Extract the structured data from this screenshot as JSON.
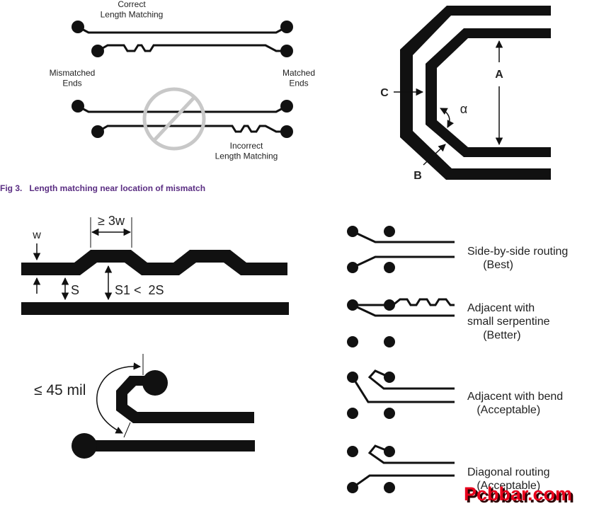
{
  "colors": {
    "ink": "#111111",
    "caption": "#5a2d82",
    "no_symbol": "#c8c8c8",
    "watermark_fill": "#e8001c",
    "watermark_shadow": "#2b0000"
  },
  "length_matching": {
    "correct": "Correct\nLength Matching",
    "mismatched_ends": "Mismatched\nEnds",
    "matched_ends": "Matched\nEnds",
    "incorrect": "Incorrect\nLength Matching",
    "no_symbol_icon": "prohibited-icon",
    "caption": "Fig 3.   Length matching near location of mismatch"
  },
  "bend": {
    "label_a": "A",
    "label_b": "B",
    "label_c": "C",
    "label_alpha": "α"
  },
  "serpentine": {
    "label_w": "w",
    "label_3w": "≥ 3w",
    "label_s": "S",
    "label_s1": "S1 <  2S"
  },
  "mitered": {
    "label_45mil": "≤ 45 mil"
  },
  "routing": {
    "side_by_side": "Side-by-side routing\n     (Best)",
    "small_serpentine": "Adjacent with\nsmall serpentine\n     (Better)",
    "with_bend": "Adjacent with bend\n   (Acceptable)",
    "diagonal": "Diagonal routing\n   (Acceptable)"
  },
  "watermark": {
    "text": "Pcbbar.com"
  }
}
